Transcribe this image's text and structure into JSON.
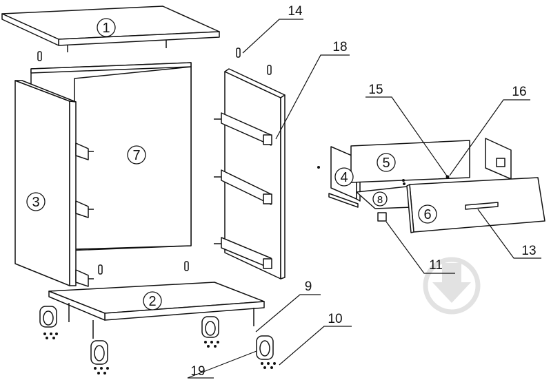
{
  "parts": {
    "p1": "1",
    "p2": "2",
    "p3": "3",
    "p4": "4",
    "p5": "5",
    "p6": "6",
    "p7": "7",
    "p8": "8"
  },
  "callouts": {
    "c9": "9",
    "c10": "10",
    "c11": "11",
    "c13": "13",
    "c14": "14",
    "c15": "15",
    "c16": "16",
    "c18": "18",
    "c19": "19"
  },
  "colors": {
    "line": "#111111",
    "panel": "#ffffff",
    "watermark": "#e2e2e2"
  },
  "watermark_icon": "download-arrow-icon"
}
